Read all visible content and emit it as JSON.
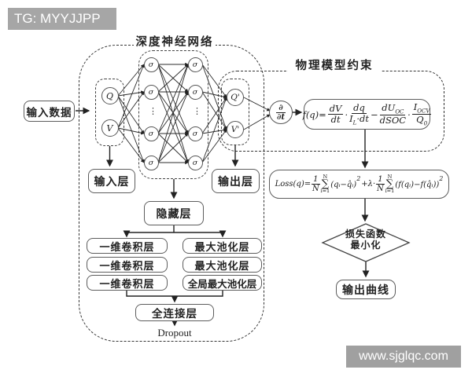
{
  "header": {
    "tag_label": "TG: MYYJJPP"
  },
  "watermark": {
    "text": "www.sjglqc.com"
  },
  "diagram": {
    "dnn_title": "深度神经网络",
    "physics_title": "物理模型约束",
    "input_data_label": "输入数据",
    "input_layer_label": "输入层",
    "output_layer_label": "输出层",
    "hidden_layer_label": "隐藏层",
    "conv_layers": [
      "一维卷积层",
      "一维卷积层",
      "一维卷积层"
    ],
    "pool_layers": [
      "最大池化层",
      "最大池化层",
      "全局最大池化层"
    ],
    "fc_layer_label": "全连接层",
    "dropout_label": "Dropout",
    "diamond_line1": "损失函数",
    "diamond_line2": "最小化",
    "output_curve_label": "输出曲线",
    "nodes": {
      "input": [
        "Q",
        "V"
      ],
      "hidden_symbol": "σ",
      "output": [
        "Q'",
        "V'"
      ],
      "ellipsis": "⋮"
    },
    "derivative": {
      "top": "∂",
      "bottom": "∂t"
    },
    "formula_fq": {
      "lhs": "f(q)=",
      "f1_num": "dV",
      "f1_den": "dt",
      "dot1": "·",
      "f2_num": "dq",
      "f2_den_main": "I",
      "f2_den_sub": "L",
      "f2_den_rest": "·dt",
      "minus": "−",
      "f3_num_main": "dU",
      "f3_num_sub": "OC",
      "f3_den": "dSOC",
      "dot2": "·",
      "f4_num_main": "I",
      "f4_num_sub": "OCV",
      "f4_den_main": "Q",
      "f4_den_sub": "0"
    },
    "formula_loss": {
      "lhs": "Loss(q)=",
      "f1_num": "1",
      "f1_den": "N",
      "sum1": "∑",
      "sum1_top": "N",
      "sum1_bot": "i=1",
      "term1": "(qᵢ−q̂ᵢ)",
      "term1_sup": "2",
      "middle": "+λ·",
      "f2_num": "1",
      "f2_den": "N",
      "sum2": "∑",
      "sum2_top": "N",
      "sum2_bot": "i=1",
      "term2": "(f(qᵢ)−f(q̂ᵢ))",
      "term2_sup": "2"
    }
  }
}
